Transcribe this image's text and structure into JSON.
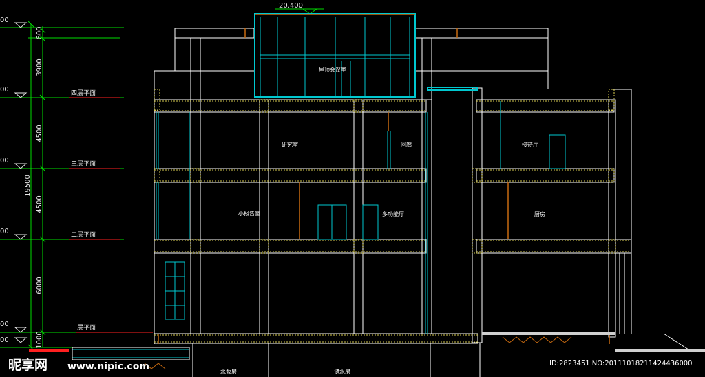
{
  "drawing": {
    "top_elevation": "20.400",
    "left_level_marks": [
      "00",
      "00",
      "00",
      "00",
      "00",
      "00"
    ],
    "dimensions": [
      "600",
      "3900",
      "4500",
      "4500",
      "6000",
      "1000"
    ],
    "total_dimension": "19500",
    "floor_labels": [
      "四层平面",
      "三层平面",
      "二层平面",
      "一层平面"
    ],
    "rooms": {
      "top": "屋顶会议室",
      "r3_left": "研究室",
      "r3_mid": "回廊",
      "r3_right": "接待厅",
      "r2_left": "小报告室",
      "r2_mid": "多功能厅",
      "r2_right": "厨房",
      "b_left": "水泵房",
      "b_mid": "储水房"
    }
  },
  "watermark": {
    "logo": "昵享网",
    "site": "www.nipic.com"
  },
  "image_meta": "ID:2823451 NO:20111018211424436000",
  "colors": {
    "bg": "#000000",
    "wall": "#ffffff",
    "glass": "#00c8d0",
    "dim": "#00dd00",
    "hatch": "#d8cc50",
    "accent": "#c86a10",
    "level_red": "#ff2020"
  }
}
